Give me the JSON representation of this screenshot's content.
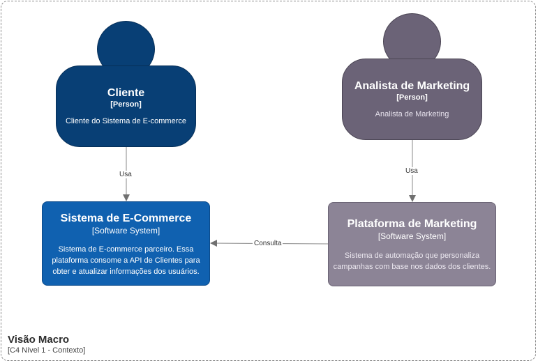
{
  "boundary": {
    "title": "Visão Macro",
    "subtitle": "[C4 Nível 1 - Contexto]"
  },
  "nodes": {
    "cliente": {
      "name": "Cliente",
      "kind": "[Person]",
      "description": "Cliente do Sistema de E-commerce",
      "color": "#083f75"
    },
    "analista": {
      "name": "Analista de Marketing",
      "kind": "[Person]",
      "description": "Analista de Marketing",
      "color": "#6b6377"
    },
    "ecommerce": {
      "name": "Sistema de E-Commerce",
      "kind": "[Software System]",
      "description": "Sistema de E-commerce parceiro. Essa plataforma consome a API de Clientes para obter e atualizar informações dos usuários.",
      "color": "#1061b0"
    },
    "plataforma": {
      "name": "Plataforma de Marketing",
      "kind": "[Software System]",
      "description": "Sistema de automação que personaliza campanhas com base nos dados dos clientes.",
      "color": "#8c8496"
    }
  },
  "edges": {
    "cliente_usa": "Usa",
    "analista_usa": "Usa",
    "consulta": "Consulta"
  }
}
